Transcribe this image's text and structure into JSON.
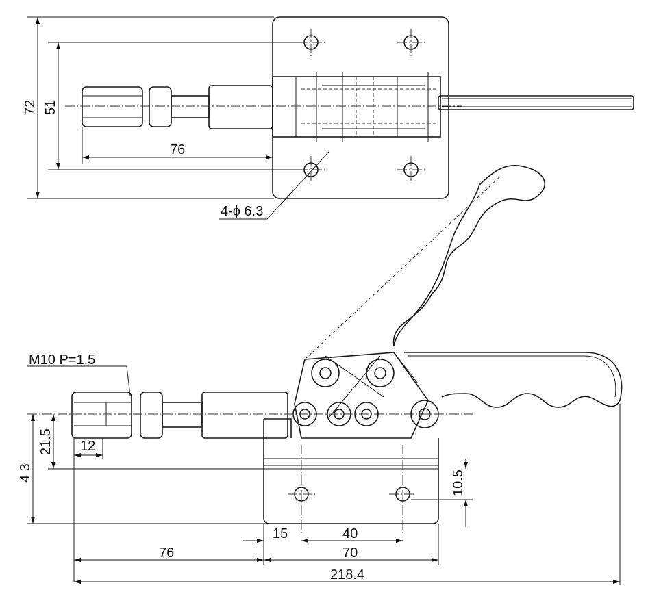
{
  "drawing": {
    "top_view": {
      "dimensions": {
        "overall_height": "72",
        "hole_spacing": "51",
        "length_to_plate": "76",
        "hole_callout": "4-ϕ 6.3"
      }
    },
    "side_view": {
      "thread_callout": "M10  P=1.5",
      "dimensions": {
        "height_to_axis": "4 3",
        "axis_to_plate_top": "21.5",
        "thread_length": "12",
        "hole_height": "10.5",
        "plate_offset": "15",
        "hole_spacing": "40",
        "length_to_plate": "76",
        "plate_length": "70",
        "overall_length": "218.4"
      }
    }
  }
}
